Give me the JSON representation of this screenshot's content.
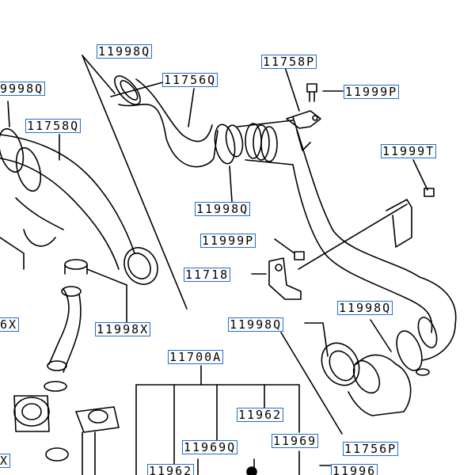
{
  "colors": {
    "line": "#000000",
    "label_border": "#1f6fd1",
    "background": "#ffffff"
  },
  "labels": {
    "l_11998q_top": "11998Q",
    "l_11998q_left_cut": "9998Q",
    "l_11756q": "11756Q",
    "l_11758p": "11758P",
    "l_11999p_top": "11999P",
    "l_11758q": "11758Q",
    "l_11999t": "11999T",
    "l_11998q_mid": "11998Q",
    "l_11999p_mid": "11999P",
    "l_11718": "11718",
    "l_6x_cut": "6X",
    "l_11998x": "11998X",
    "l_11998q_right": "11998Q",
    "l_11998q_center": "11998Q",
    "l_11700a": "11700A",
    "l_11962_right": "11962",
    "l_11969q": "11969Q",
    "l_11969": "11969",
    "l_11756p": "11756P",
    "l_11962_bottom": "11962",
    "l_11996_cut": "11996",
    "l_x_cut": "X"
  }
}
